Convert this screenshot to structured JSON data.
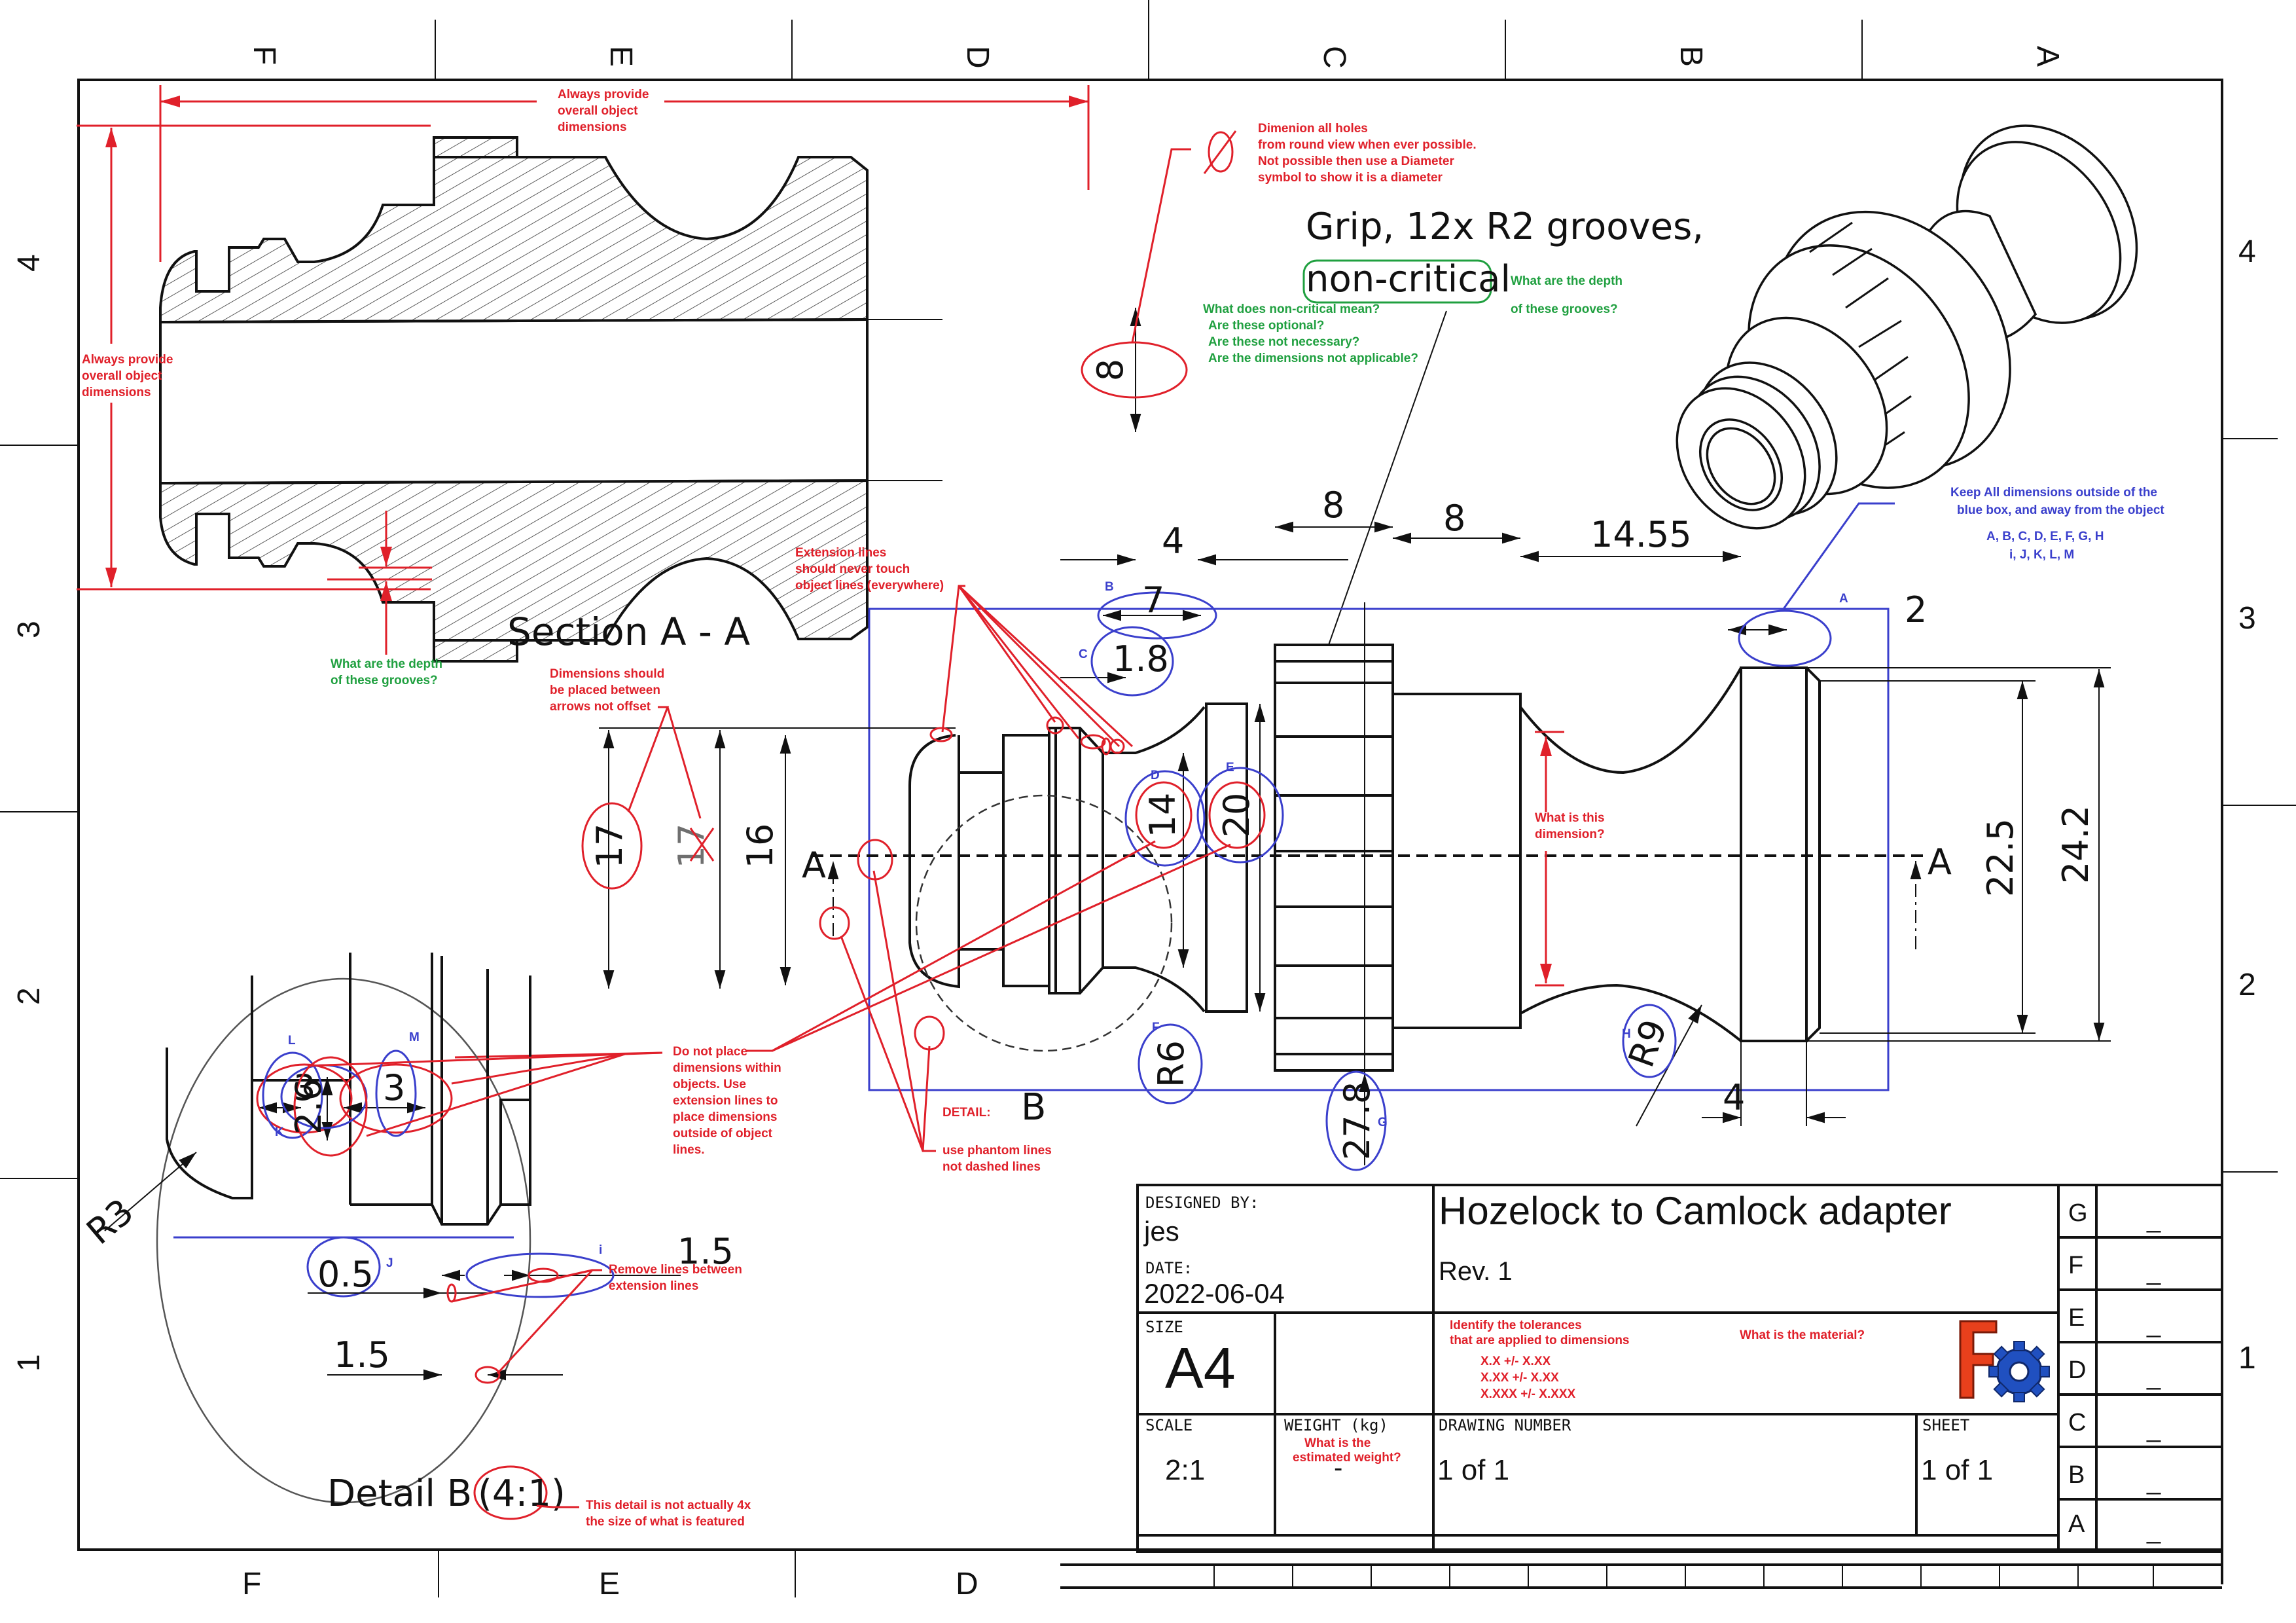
{
  "sheet": {
    "zones_top": [
      "F",
      "E",
      "D",
      "C",
      "B",
      "A"
    ],
    "zones_bottom": [
      "F",
      "E",
      "D"
    ],
    "zones_left": [
      "4",
      "3",
      "2",
      "1"
    ],
    "zones_right": [
      "4",
      "3",
      "2",
      "1"
    ]
  },
  "section_view": {
    "title": "Section A - A",
    "note_top": [
      "Always provide",
      "overall object",
      "dimensions"
    ],
    "note_left": [
      "Always provide",
      "overall object",
      "dimensions"
    ],
    "note_groove_depth": [
      "What are the depth",
      "of these grooves?"
    ],
    "dim_bore": "8",
    "note_diameter": [
      "Dimenion all holes",
      "from round view  when ever possible.",
      "Not possible then use a Diameter",
      "symbol to show it is a diameter"
    ]
  },
  "grip_note": {
    "line1": "Grip, 12x R2 grooves,",
    "line2": "non-critical",
    "question_meaning": [
      "What does non-critical mean?",
      "Are these optional?",
      "Are these not necessary?",
      "Are the dimensions not applicable?"
    ],
    "question_depth": [
      "What are the depth",
      "of these grooves?"
    ]
  },
  "front_view": {
    "dims_top": [
      "4",
      "8",
      "8",
      "14.55",
      "2"
    ],
    "dims_inside": [
      "7",
      "1.8",
      "14",
      "20"
    ],
    "dims_left": [
      "17",
      "17",
      "16"
    ],
    "dims_right": [
      "22.5",
      "24.2"
    ],
    "dims_bottom": [
      "R6",
      "27.8",
      "R9",
      "4"
    ],
    "section_marker": "A",
    "detail_label_prefix": "DETAIL:",
    "detail_label": "B",
    "note_ext_lines": [
      "Extension lines",
      "should never touch",
      "object lines  (everywhere)"
    ],
    "note_between_arrows": [
      "Dimensions should",
      "be placed between",
      "arrows not offset"
    ],
    "note_what_dim": [
      "What is this",
      "dimension?"
    ],
    "note_no_dims_in_obj": [
      "Do not place",
      "dimensions within",
      "objects.  Use",
      "extension lines to",
      "place dimensions",
      "outside of object",
      "lines."
    ],
    "note_phantom": [
      "use phantom lines",
      "not dashed lines"
    ],
    "note_blue_box": [
      "Keep All dimensions outside of the",
      "blue box, and away from the object"
    ],
    "note_blue_letters": [
      "A, B, C, D, E, F, G, H",
      "i, J, K, L, M"
    ],
    "markers": [
      "A",
      "B",
      "C",
      "D",
      "E",
      "F",
      "G",
      "H"
    ]
  },
  "detail_view": {
    "dims": [
      "3",
      "3",
      "2.6",
      "0.5",
      "1.5",
      "1.5",
      "R3"
    ],
    "markers": [
      "L",
      "M",
      "K",
      "J",
      "i"
    ],
    "title": "Detail B",
    "scale": "(4:1)",
    "note_remove_lines": [
      "Remove lines between",
      "extension lines"
    ],
    "note_scale": [
      "This detail is not actually 4x",
      "the size of what is featured"
    ]
  },
  "title_block": {
    "designed_by_label": "DESIGNED BY:",
    "designed_by": "jes",
    "date_label": "DATE:",
    "date": "2022-06-04",
    "title": "Hozelock to Camlock adapter",
    "revision": "Rev. 1",
    "size_label": "SIZE",
    "size": "A4",
    "tolerance_note": [
      "Identify the tolerances",
      "that are applied to dimensions"
    ],
    "tolerances": [
      "X.X +/- X.XX",
      "X.XX +/- X.XX",
      "X.XXX +/- X.XXX"
    ],
    "material_note": "What is the material?",
    "scale_label": "SCALE",
    "scale": "2:1",
    "weight_label": "WEIGHT (kg)",
    "weight_note": [
      "What is the",
      "estimated weight?"
    ],
    "weight": "-",
    "drawing_number_label": "DRAWING NUMBER",
    "drawing_number": "1 of 1",
    "sheet_label": "SHEET",
    "sheet": "1 of 1",
    "revision_rows": [
      {
        "letter": "G",
        "value": "_"
      },
      {
        "letter": "F",
        "value": "_"
      },
      {
        "letter": "E",
        "value": "_"
      },
      {
        "letter": "D",
        "value": "_"
      },
      {
        "letter": "C",
        "value": "_"
      },
      {
        "letter": "B",
        "value": "_"
      },
      {
        "letter": "A",
        "value": "_"
      }
    ]
  },
  "colors": {
    "annotation_red": "#e0202a",
    "annotation_green": "#20a040",
    "annotation_blue": "#3a3fcc",
    "logo_red": "#e8401c",
    "logo_blue": "#2050c0"
  }
}
